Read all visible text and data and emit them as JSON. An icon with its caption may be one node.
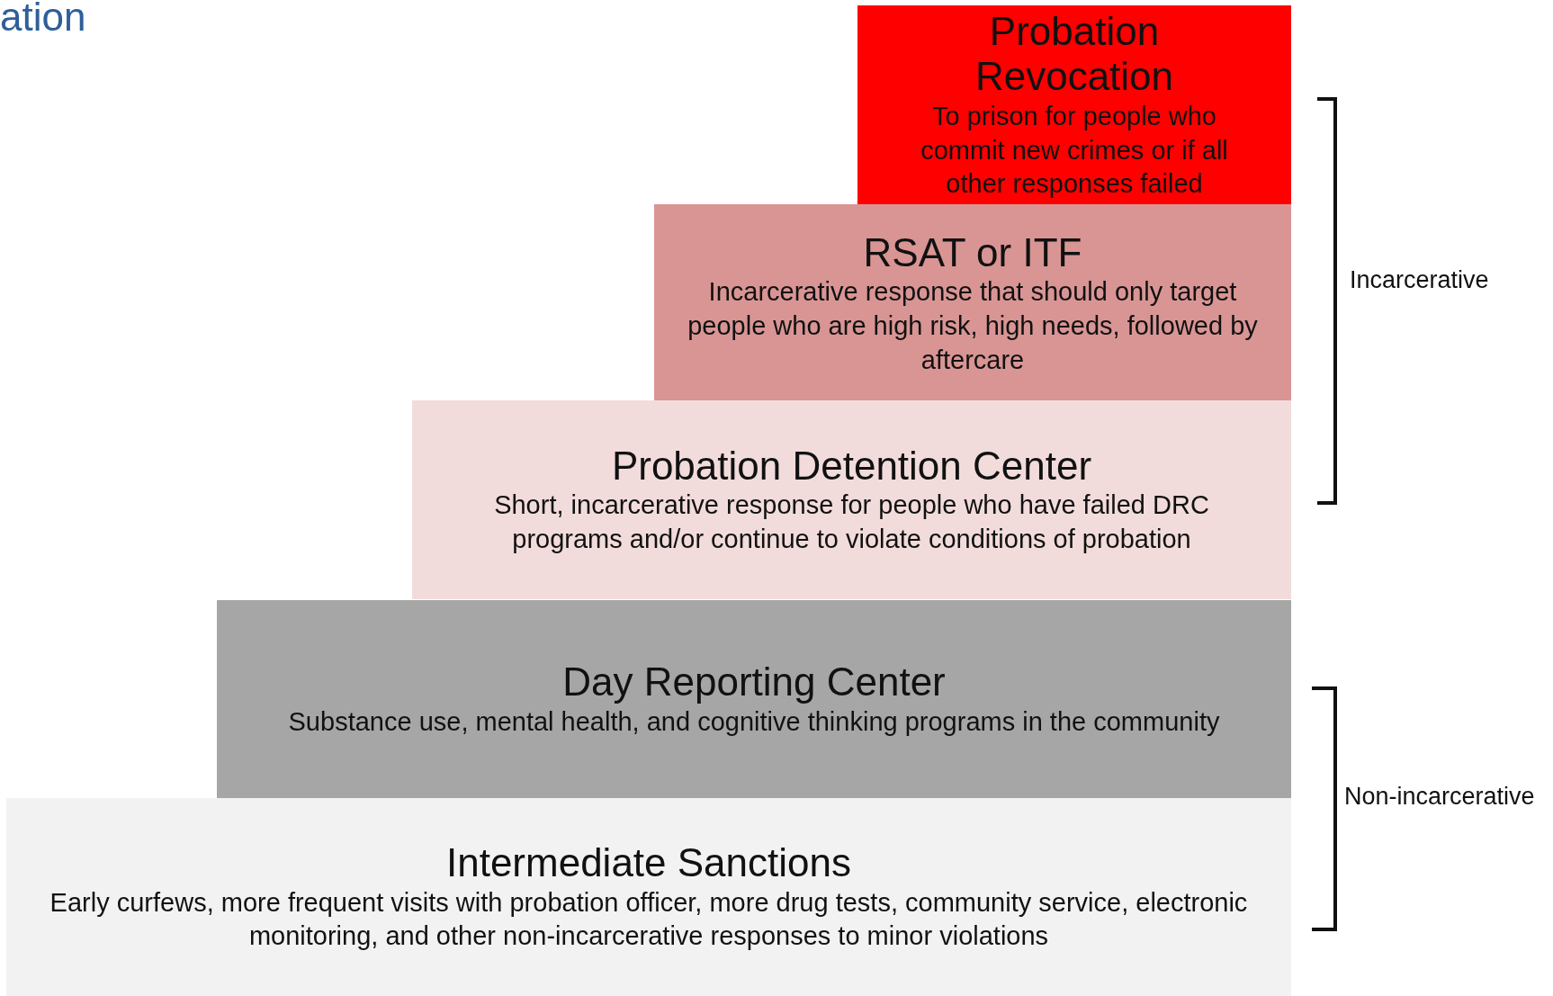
{
  "diagram": {
    "nodes": [
      {
        "text": [
          "Probation Revocation",
          "To prison for people who commit new crimes or if all other responses failed"
        ]
      },
      {
        "text": [
          "RSAT or ITF",
          "Incarcerative response that should only target people who are high risk, high needs, followed by aftercare"
        ]
      },
      {
        "text": [
          "Probation Detention Center",
          "Short, incarcerative response for people who have failed DRC programs and/or continue to violate conditions of probation"
        ]
      },
      {
        "text": [
          "Day Reporting Center",
          "Substance use, mental health, and cognitive thinking programs in the community"
        ]
      },
      {
        "text": [
          "Intermediate Sanctions",
          "Early curfews, more frequent visits with probation officer, more drug tests, community service, electronic monitoring, and other non-incarcerative responses to minor violations"
        ]
      }
    ],
    "edges": [],
    "labels": [
      "ation",
      "Incarcerative",
      "Non-incarcerative"
    ]
  }
}
